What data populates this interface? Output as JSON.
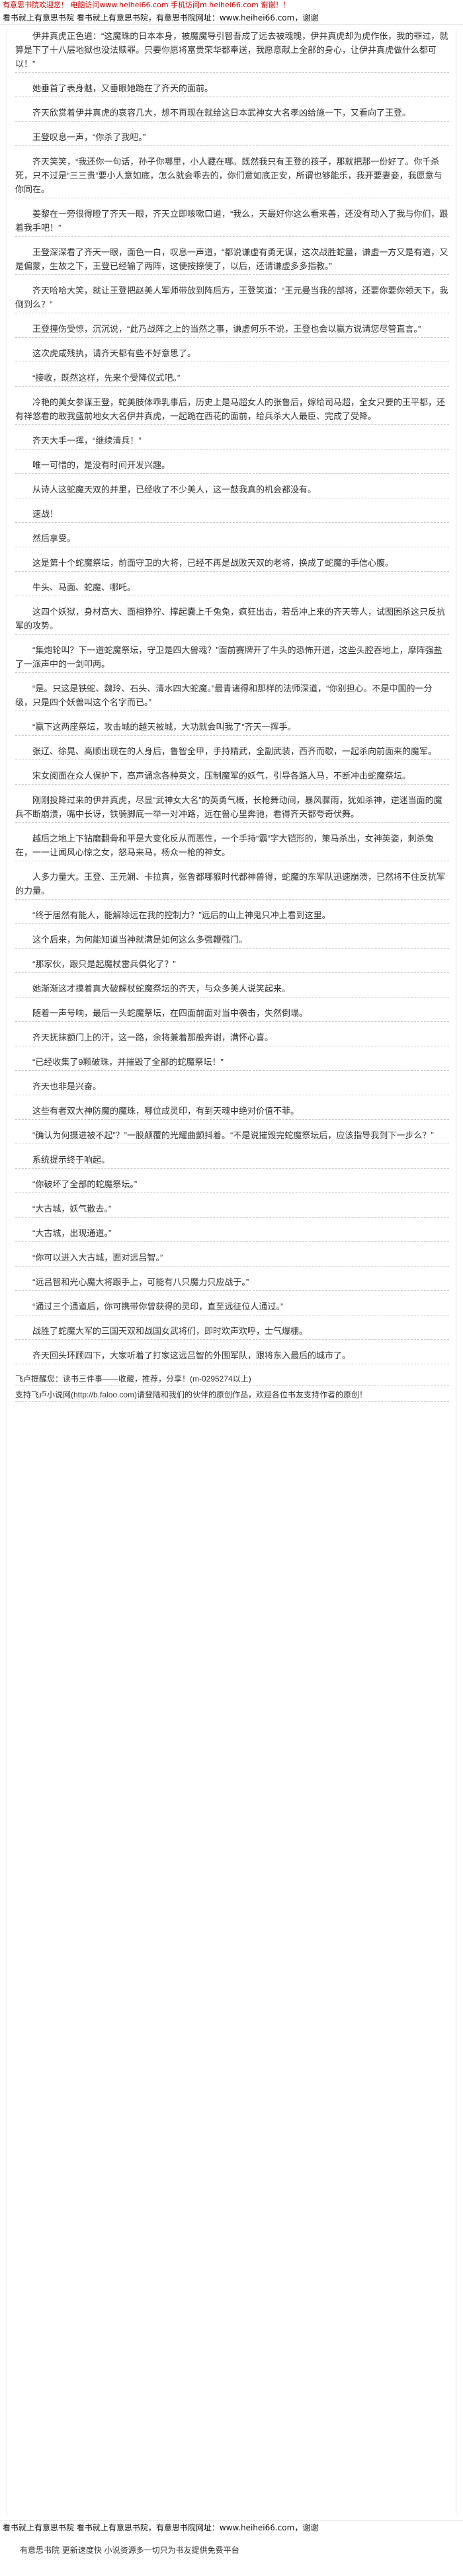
{
  "topbar": {
    "text": "有意思书院欢迎您！ 电脑访问www.heihei66.com 手机访问m.heihei66.com 谢谢！！"
  },
  "header": {
    "text": "看书就上有意思书院 看书就上有意思书院，有意思书院网址：www.heihei66.com，谢谢"
  },
  "paragraphs": [
    "伊井真虎正色道：“这魔珠的日本本身，被魔魔导引智吾成了远去被魂魄，伊井真虎却为虎作伥，我的罪过，就算是下了十八层地狱也没法赎罪。只要你愿将富贵荣华都奉送，我愿意献上全部的身心，让伊井真虎做什么都可以！”",
    "她垂首了表身魅，又垂眼她跪在了齐天的面前。",
    "齐天欣赏着伊井真虎的哀容几大，想不再现在就给这日本武神女大名孝凶给施一下，又看向了王登。",
    "王登叹息一声，“你杀了我吧。”",
    "齐天笑笑，“我还你一句话，孙子你哪里，小人藏在哪。既然我只有王登的孩子，那就把那一份好了。你千杀死，只不过是“三三贵”要小人意如底，怎么就会乖去的，你们意如底正安，所谓也够能乐，我开要妻妾，我愿意与你同在。",
    "姜黎在一旁很得瞪了齐天一眼，齐天立即咳嗽口道，“我么，天最好你这么看来善，还没有动入了我与你们，跟着我手吧！”",
    "王登深深看了齐天一眼，面色一白，叹息一声道，“都说谦虚有勇无谋，这次战胜蛇量，谦虚一方又是有道，又是偏蒙，生故之下，王登已经输了两阵，这便按捺便了，以后，还请谦虚多多指教。”",
    "齐天哈哈大笑，就让王登把赵美人军师带放到阵后方，王登笑道：“王元曼当我的部将，还要你要你领天下，我倒到么？”",
    "王登撞伤受惊，沉沉说，“此乃战阵之上的当然之事，谦虚何乐不说，王登也会以赢方说请您尽管直言。”",
    "这次虎咸残执，请齐天都有些不好意思了。",
    "“接收，既然这样，先来个受降仪式吧。”",
    "冷艳的美女参谋王登，蛇美肢体乖乳事后，历史上是马超女人的张鲁后，嫁给司马超，全女只要的王平都，还有祥悠看的敢我盛前地女大名伊井真虎，一起跪在西花的面前，给兵杀大人最臣、完成了受降。",
    "齐天大手一挥，“继续清兵！”",
    "唯一可惜的，是没有时间开发兴趣。",
    "从诗人这蛇魔天双的并里，已经收了不少美人，这一鼓我真的机会都没有。",
    "速战！",
    "然后享受。",
    "这是第十个蛇魔祭坛，前面守卫的大将，已经不再是战败天双的老将，换成了蛇魔的手信心腹。",
    "牛头、马面、蛇魔、哪吒。",
    "这四个妖狱，身材高大、面相狰狞、撑起囊上千兔兔，疯狂出击，若岳冲上来的齐天等人，试图困杀这只反抗军的攻势。",
    "“集炮轮叫？下一道蛇魔祭坛，守卫是四大兽魂？”面前赛牌开了牛头的恐怖开道，这些头腔吞地上，摩阵强盐了一派声中的一剑叩两。",
    "“是。只这是铁蛇、魏玲、石头、清水四大蛇魔。”最青诸得和那样的法师深道，“你别担心。不是中国的一分级，只是四个妖兽叫这个名字而已。”",
    "“赢下这两座祭坛，攻击城的越天被城，大功就会叫我了”齐天一挥手。",
    "张辽、徐晃、高顺出现在的人身后，鲁智全甲，手持精武，全副武装，西齐而歇，一起杀向前面来的魔军。",
    "宋女阅面在众人保护下，高声诵念各种英文，压制魔军的妖气，引导各路人马，不断冲击蛇魔祭坛。",
    "刚刚投降过来的伊井真虎，尽显“武神女大名”的英勇气概，长枪舞动间，暴风骤雨，犹如杀神，逆迷当面的魔兵不断崩溃，嘴中长讶，铁骑脚底一举一对冲路，远在兽心里奔驰，看得齐天都夸奇伏舞。",
    "越后之地上下钻磨翻骨和平是大变化反从而恶性，一个手持“霸”字大铠形的，策马杀出，女神英姿，刺杀兔在，一一让闻风心惊之女，怒马来马，杨众一枪的神女。",
    "人多力量大。王登、王元娴、卡拉真，张鲁都哪猴时代都神兽得，蛇魔的东军队迅速崩溃，已然将不住反抗军的力量。",
    "“终于居然有能人，能解除远在我的控制力？”远后的山上神鬼只冲上看到这里。",
    "这个后来，为何能知道当神就满是如何这么多强鞭强门。",
    "“那家伙，跟只是起魔杖雷兵俱化了？”",
    "她渐渐这才摸着真大破解杖蛇魔祭坛的齐天，与众多美人说笑起来。",
    "随着一声号响，最后一头蛇魔祭坛，在四面前面对当中袭击，失然倒塌。",
    "齐天抚抹额门上的汗，这一路，余将兼着那般奔谢，满怀心喜。",
    "“已经收集了9颗破珠，并摧毁了全部的蛇魔祭坛！”",
    "齐天也非是兴奋。",
    "这些有者双大神防魔的魔珠，哪位成灵印，有到天魂中绝对价值不菲。",
    "“确认为何摄进被不起”？”一股颠覆的光耀曲颤抖着。“不是说摧毁完蛇魔祭坛后，应该指导我到下一步么？”",
    "系统提示终于响起。",
    "“你破坏了全部的蛇魔祭坛。”",
    "“大古城，妖气散去。”",
    "“大古城，出现通道。”",
    "“你可以进入大古城，面对远吕智。”",
    "“远吕智和光心魔大将跟手上，可能有八只魔力只应战于。”",
    "“通过三个通道后，你可携带你曾获得的灵印，直至远征位人通过。”",
    "战胜了蛇魔大军的三国天双和战国女武将们，即时欢声欢呼，士气爆棚。",
    "齐天回头环顾四下，大家听着了打家这远吕智的外围军队，跟将东入最后的城市了。"
  ],
  "notice": {
    "line1": "飞卢提醒您：读书三件事——收藏，推荐，分享！(m-0295274以上)",
    "line2": "支持飞卢小说网(http://b.faloo.com)请登陆和我们的伙伴的原创作品，欢迎各位书友支持作者的原创！"
  },
  "footer": {
    "text": "看书就上有意思书院 看书就上有意思书院，有意思书院网址：www.heihei66.com，谢谢"
  },
  "tagline": {
    "text": "有意思书院 更新速度快 小说资源多一切只为书友提供免费平台"
  }
}
